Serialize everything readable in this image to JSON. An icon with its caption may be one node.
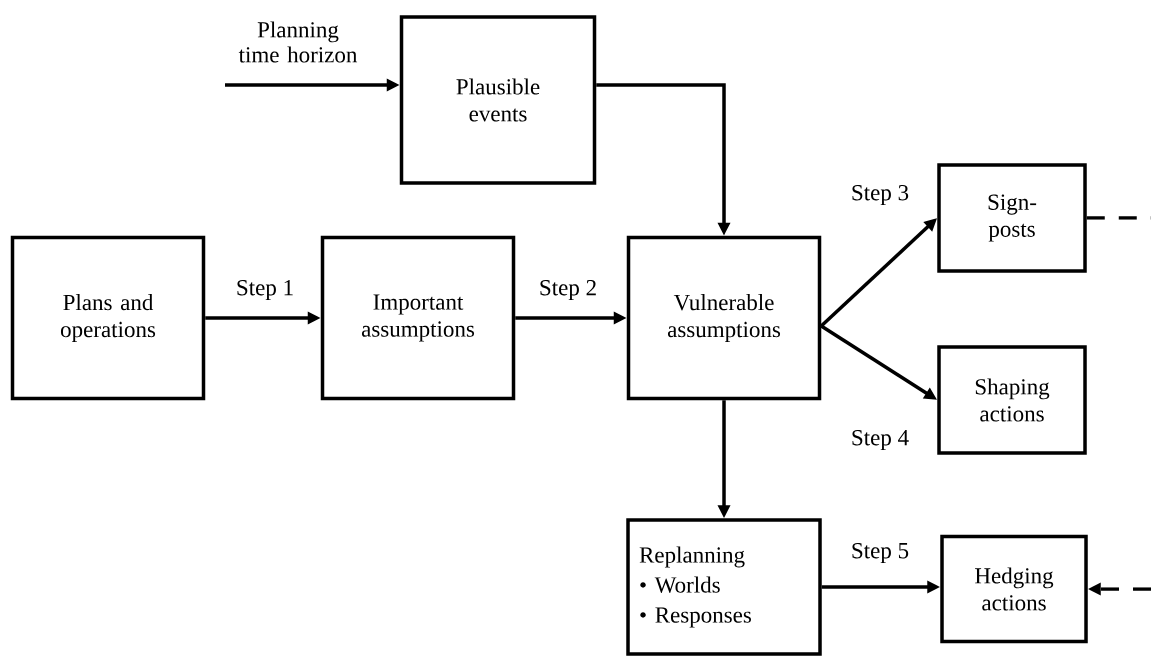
{
  "diagram": {
    "nodes": [
      {
        "text": [
          "Plausible events"
        ]
      },
      {
        "text": [
          "Plans and operations"
        ]
      },
      {
        "text": [
          "Important assumptions"
        ]
      },
      {
        "text": [
          "Vulnerable assumptions"
        ]
      },
      {
        "text": [
          "Sign- posts"
        ]
      },
      {
        "text": [
          "Shaping actions"
        ]
      },
      {
        "text": [
          "Replanning",
          "• Worlds",
          "• Responses"
        ]
      },
      {
        "text": [
          "Hedging actions"
        ]
      }
    ],
    "edges": [
      {
        "from": null,
        "to": 0,
        "arrow": "to",
        "label": "Planning time horizon"
      },
      {
        "from": 0,
        "to": 3,
        "arrow": "to"
      },
      {
        "from": 1,
        "to": 2,
        "arrow": "to",
        "label": "Step 1"
      },
      {
        "from": 2,
        "to": 3,
        "arrow": "to",
        "label": "Step 2"
      },
      {
        "from": 3,
        "to": 4,
        "arrow": "to",
        "label": "Step 3"
      },
      {
        "from": 3,
        "to": 5,
        "arrow": "to",
        "label": "Step 4"
      },
      {
        "from": 3,
        "to": 6,
        "arrow": "to"
      },
      {
        "from": 6,
        "to": 7,
        "arrow": "to",
        "label": "Step 5"
      },
      {
        "from": 4,
        "to": null,
        "arrow": "none",
        "style": "dashed"
      },
      {
        "from": null,
        "to": 7,
        "arrow": "to",
        "style": "dashed"
      }
    ]
  }
}
